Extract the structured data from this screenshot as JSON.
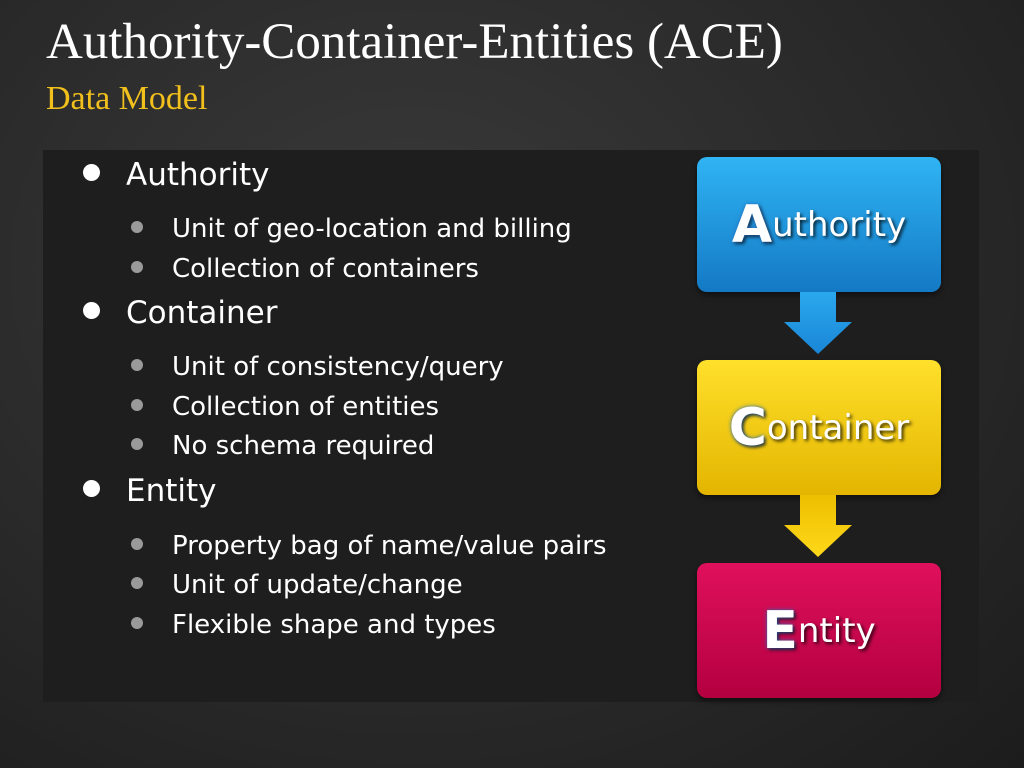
{
  "slide": {
    "title": "Authority-Container-Entities (ACE)",
    "subtitle": "Data Model"
  },
  "outline": {
    "authority": {
      "label": "Authority",
      "items": [
        "Unit of geo-location and billing",
        "Collection of containers"
      ]
    },
    "container": {
      "label": "Container",
      "items": [
        "Unit of consistency/query",
        "Collection of entities",
        "No schema required"
      ]
    },
    "entity": {
      "label": "Entity",
      "items": [
        "Property bag of name/value pairs",
        "Unit of update/change",
        "Flexible shape and types"
      ]
    }
  },
  "diagram": {
    "authority_box": {
      "initial": "A",
      "rest": "uthority",
      "color": "#1f95dd"
    },
    "container_box": {
      "initial": "C",
      "rest": "ontainer",
      "color": "#f2c80c"
    },
    "entity_box": {
      "initial": "E",
      "rest": "ntity",
      "color": "#cf0a50"
    },
    "arrow_colors": [
      "#1f95dd",
      "#f2c80c"
    ]
  }
}
